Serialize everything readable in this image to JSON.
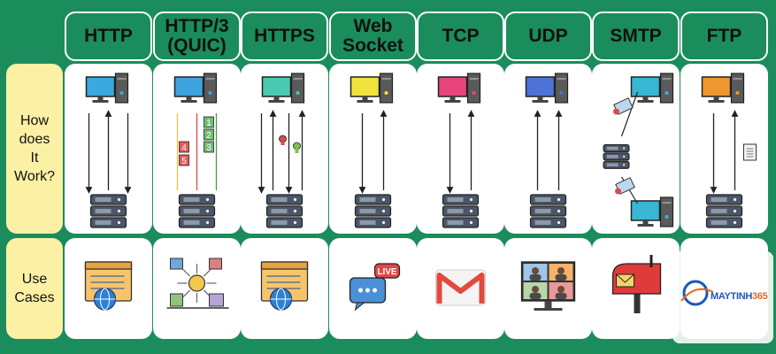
{
  "rows": {
    "how": "How\ndoes\nIt\nWork?",
    "use": "Use\nCases"
  },
  "protocols": [
    {
      "name": "HTTP",
      "color": "#8dd3f1",
      "screen": "#3aa9df"
    },
    {
      "name": "HTTP/3\n(QUIC)",
      "color": "#3d8ad6",
      "screen": "#3fa3de"
    },
    {
      "name": "HTTPS",
      "color": "#ecaea0",
      "screen": "#48c9b0"
    },
    {
      "name": "Web\nSocket",
      "color": "#b6e0d2",
      "screen": "#f1e23c"
    },
    {
      "name": "TCP",
      "color": "#c9a8e6",
      "screen": "#e8457d"
    },
    {
      "name": "UDP",
      "color": "#e6ce8e",
      "screen": "#4d73d6"
    },
    {
      "name": "SMTP",
      "color": "#e97a5d",
      "screen": "#38b6d4"
    },
    {
      "name": "FTP",
      "color": "#7582d9",
      "screen": "#f0962e"
    }
  ],
  "quic_streams": [
    "1",
    "2",
    "3",
    "4",
    "5"
  ],
  "live_badge": "LIVE",
  "watermark": {
    "brand": "MAYTINH",
    "num": "365"
  }
}
